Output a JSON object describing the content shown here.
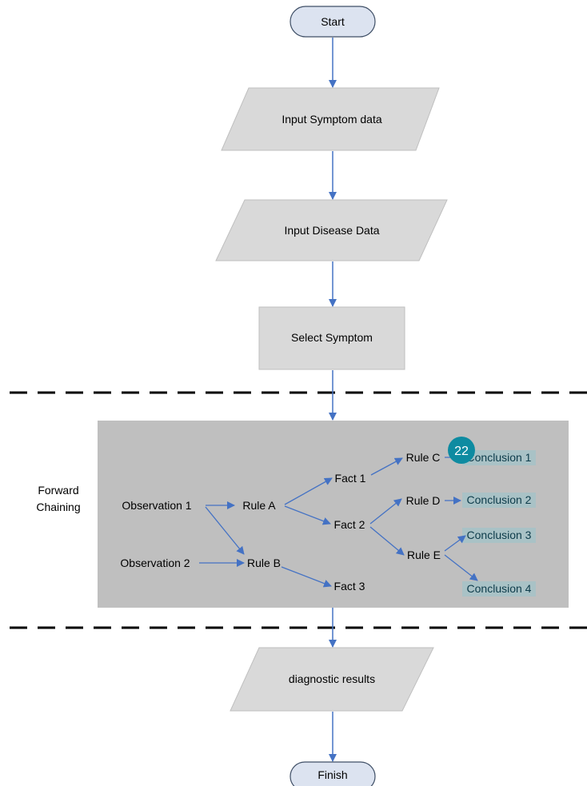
{
  "flow": {
    "start": "Start",
    "input_symptom": "Input Symptom data",
    "input_disease": "Input Disease Data",
    "select_symptom": "Select Symptom",
    "results": "diagnostic results",
    "finish": "Finish"
  },
  "section_label": [
    "Forward",
    "Chaining"
  ],
  "chaining": {
    "observation1": "Observation 1",
    "observation2": "Observation 2",
    "ruleA": "Rule A",
    "ruleB": "Rule B",
    "ruleC": "Rule C",
    "ruleD": "Rule D",
    "ruleE": "Rule E",
    "fact1": "Fact 1",
    "fact2": "Fact 2",
    "fact3": "Fact 3",
    "conclusion1": "Conclusion 1",
    "conclusion2": "Conclusion 2",
    "conclusion3": "Conclusion 3",
    "conclusion4": "Conclusion 4"
  },
  "badge": "22",
  "colors": {
    "shape_fill": "#d9d9d9",
    "shape_stroke": "#bfbfbf",
    "terminator_fill": "#dce3f0",
    "terminator_stroke": "#3f4f66",
    "arrow": "#4472c4",
    "panel": "#bfbfbf",
    "conclusion_highlight": "#a9c2c6",
    "badge": "#0e8ba1"
  }
}
